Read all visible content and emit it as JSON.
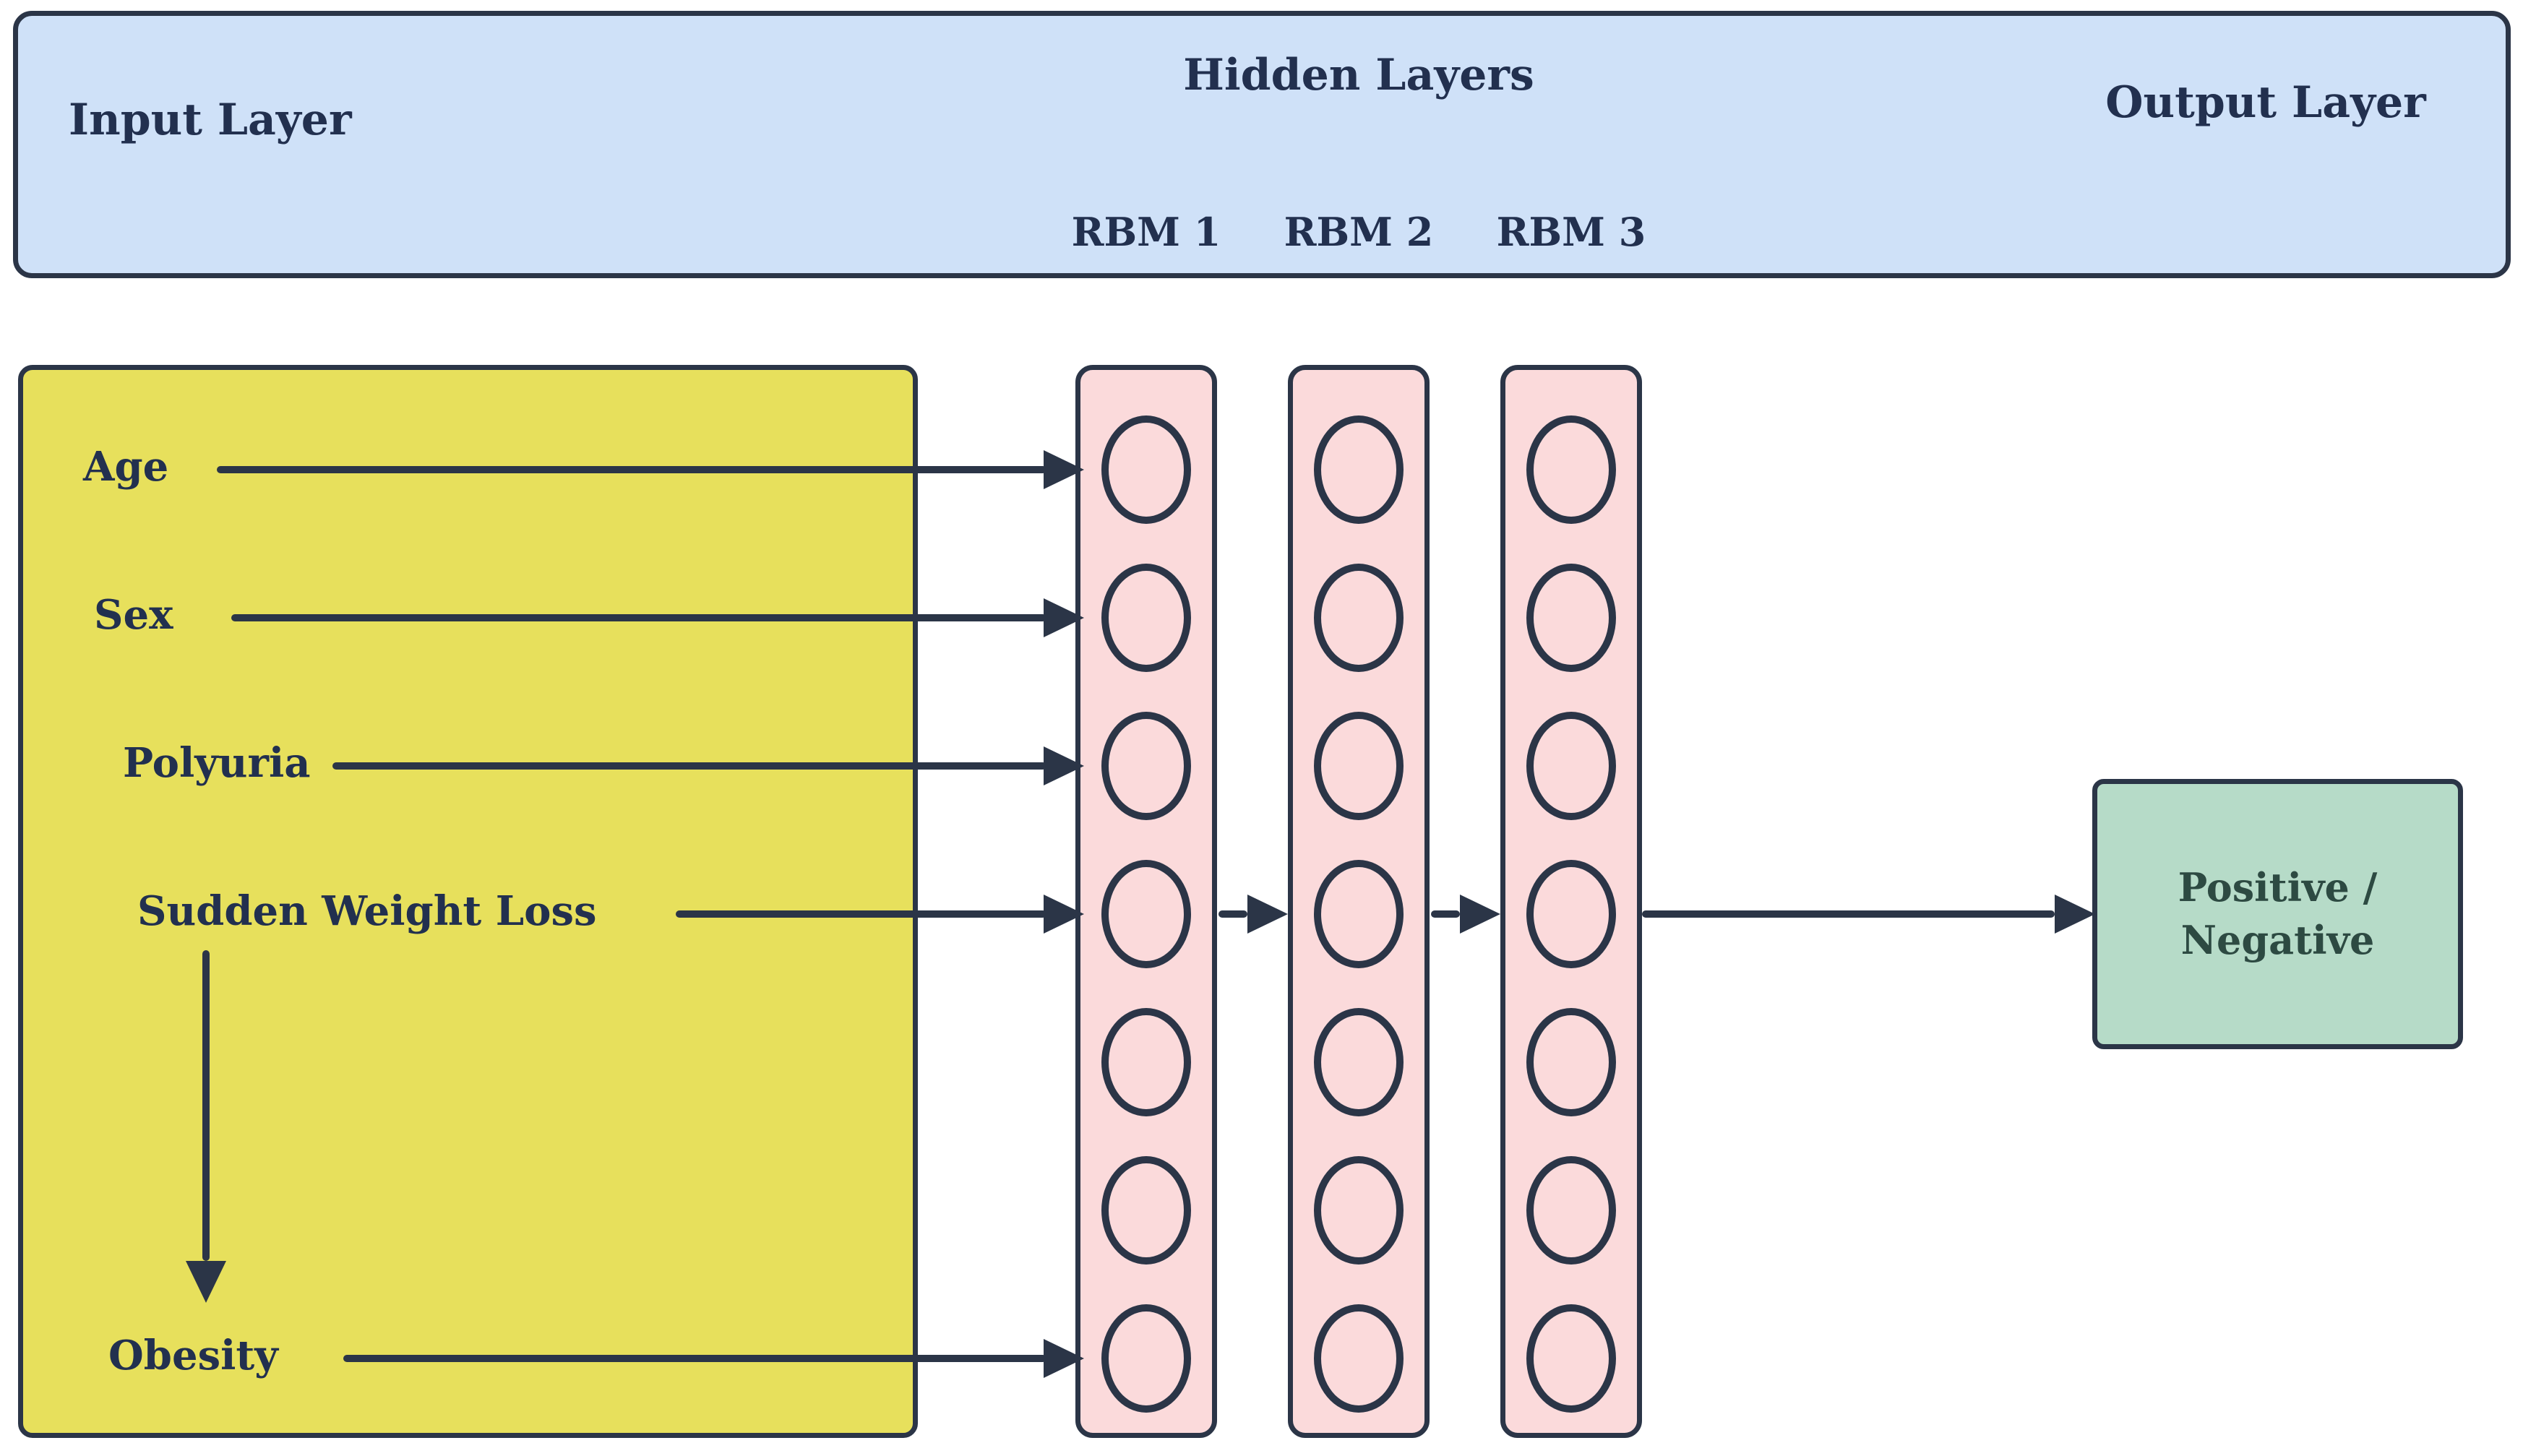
{
  "diagram": {
    "banner": {
      "input_layer": "Input Layer",
      "hidden_layers": "Hidden Layers",
      "output_layer": "Output Layer"
    },
    "rbm_labels": [
      "RBM 1",
      "RBM 2",
      "RBM 3"
    ],
    "hidden_columns": [
      {
        "label": "RBM 1",
        "units": 7
      },
      {
        "label": "RBM 2",
        "units": 7
      },
      {
        "label": "RBM 3",
        "units": 7
      }
    ],
    "input_features": [
      "Age",
      "Sex",
      "Polyuria",
      "Sudden Weight Loss",
      "Obesity"
    ],
    "output_box": {
      "line1": "Positive /",
      "line2": "Negative"
    },
    "connections": [
      {
        "from": "Age",
        "to": "RBM 1"
      },
      {
        "from": "Sex",
        "to": "RBM 1"
      },
      {
        "from": "Polyuria",
        "to": "RBM 1"
      },
      {
        "from": "Sudden Weight Loss",
        "to": "RBM 1"
      },
      {
        "from": "Sudden Weight Loss",
        "to": "Obesity"
      },
      {
        "from": "Obesity",
        "to": "RBM 1"
      },
      {
        "from": "RBM 1",
        "to": "RBM 2"
      },
      {
        "from": "RBM 2",
        "to": "RBM 3"
      },
      {
        "from": "RBM 3",
        "to": "Positive / Negative"
      }
    ],
    "colors": {
      "page_bg": "#ffffff",
      "banner_bg": "#cfe1f8",
      "input_bg": "#e7e05c",
      "rbm_bg": "#fbdadb",
      "output_bg": "#b6dbc8",
      "stroke": "#2b3547",
      "text": "#22304f",
      "output_text": "#2d4a42"
    }
  }
}
